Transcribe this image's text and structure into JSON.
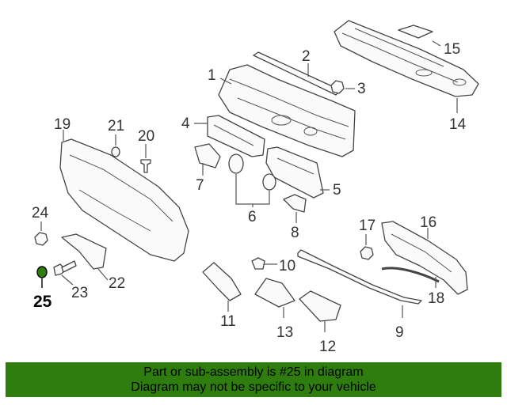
{
  "callouts": {
    "c1": "1",
    "c2": "2",
    "c3": "3",
    "c4": "4",
    "c5": "5",
    "c6": "6",
    "c7": "7",
    "c8": "8",
    "c9": "9",
    "c10": "10",
    "c11": "11",
    "c12": "12",
    "c13": "13",
    "c14": "14",
    "c15": "15",
    "c16": "16",
    "c17": "17",
    "c18": "18",
    "c19": "19",
    "c20": "20",
    "c21": "21",
    "c22": "22",
    "c23": "23",
    "c24": "24",
    "c25": "25"
  },
  "highlight": {
    "part_number": "25",
    "color": "#2e7d0e"
  },
  "banner": {
    "line1": "Part or sub-assembly is #25 in diagram",
    "line2": "Diagram may not be specific to your vehicle",
    "background": "#2e7d0e"
  }
}
